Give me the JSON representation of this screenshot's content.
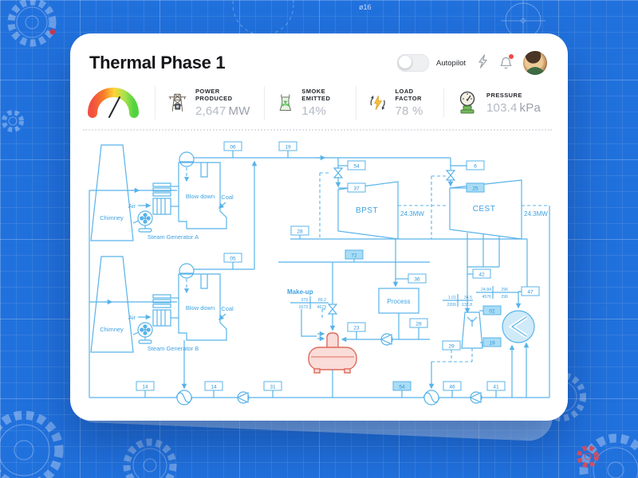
{
  "background": {
    "dimension_label": "ø16",
    "color": "#2171dd"
  },
  "header": {
    "title": "Thermal Phase 1",
    "autopilot_label": "Autopilot",
    "autopilot_on": false,
    "notification_dot": true,
    "icons": [
      "flash-icon",
      "bell-icon",
      "avatar"
    ]
  },
  "stats": {
    "gauge_colors": [
      "#f25041",
      "#f77f26",
      "#fdd53a",
      "#a8e24b",
      "#51d43f"
    ],
    "items": [
      {
        "label": "POWER PRODUCED",
        "value": "2,647",
        "unit": "MW",
        "icon": "transmission-tower-icon"
      },
      {
        "label": "SMOKE EMITTED",
        "value": "14%",
        "unit": "",
        "icon": "cooling-tower-icon"
      },
      {
        "label": "LOAD FACTOR",
        "value": "78 %",
        "unit": "",
        "icon": "energy-cycle-icon"
      },
      {
        "label": "PRESSURE",
        "value": "103.4",
        "unit": "kPa",
        "icon": "pressure-gauge-icon"
      }
    ]
  },
  "diagram": {
    "line_color": "#58b3e9",
    "tag_highlight_color": "#a9dcf5",
    "vessel_color": "#dd6a5c",
    "labels": {
      "chimney_a": "Chimney",
      "chimney_b": "Chimney",
      "air_a": "Air",
      "air_b": "Air",
      "blow_down_a": "Blow down",
      "blow_down_b": "Blow down",
      "coal_a": "Coal",
      "coal_b": "Coal",
      "steam_gen_a": "Steam Generator A",
      "steam_gen_b": "Steam Generator B",
      "bpst": "BPST",
      "cest": "CEST",
      "bpst_output": "24.3MW",
      "cest_output": "24.3MW",
      "process": "Process",
      "makeup": "Make-up"
    },
    "tags": [
      {
        "label": "06",
        "highlighted": false
      },
      {
        "label": "19",
        "highlighted": false
      },
      {
        "label": "54",
        "highlighted": false
      },
      {
        "label": "37",
        "highlighted": false
      },
      {
        "label": "6",
        "highlighted": false
      },
      {
        "label": "25",
        "highlighted": true
      },
      {
        "label": "28",
        "highlighted": false
      },
      {
        "label": "72",
        "highlighted": true
      },
      {
        "label": "36",
        "highlighted": false
      },
      {
        "label": "28",
        "highlighted": false
      },
      {
        "label": "23",
        "highlighted": false
      },
      {
        "label": "05",
        "highlighted": false
      },
      {
        "label": "42",
        "highlighted": false
      },
      {
        "label": "47",
        "highlighted": false
      },
      {
        "label": "02",
        "highlighted": true
      },
      {
        "label": "19",
        "highlighted": true
      },
      {
        "label": "29",
        "highlighted": false
      },
      {
        "label": "14",
        "highlighted": false
      },
      {
        "label": "14",
        "highlighted": false
      },
      {
        "label": "31",
        "highlighted": false
      },
      {
        "label": "54",
        "highlighted": true
      },
      {
        "label": "46",
        "highlighted": false
      },
      {
        "label": "41",
        "highlighted": false
      }
    ],
    "tables": {
      "makeup": [
        [
          "379",
          "89.2"
        ],
        [
          "1673",
          "4673"
        ]
      ],
      "cooling_tower": [
        [
          "1.01",
          "34.5"
        ],
        [
          "2206",
          "132.8"
        ]
      ],
      "condenser": [
        [
          "24.84",
          "296"
        ],
        [
          "4576",
          "296"
        ]
      ]
    }
  }
}
